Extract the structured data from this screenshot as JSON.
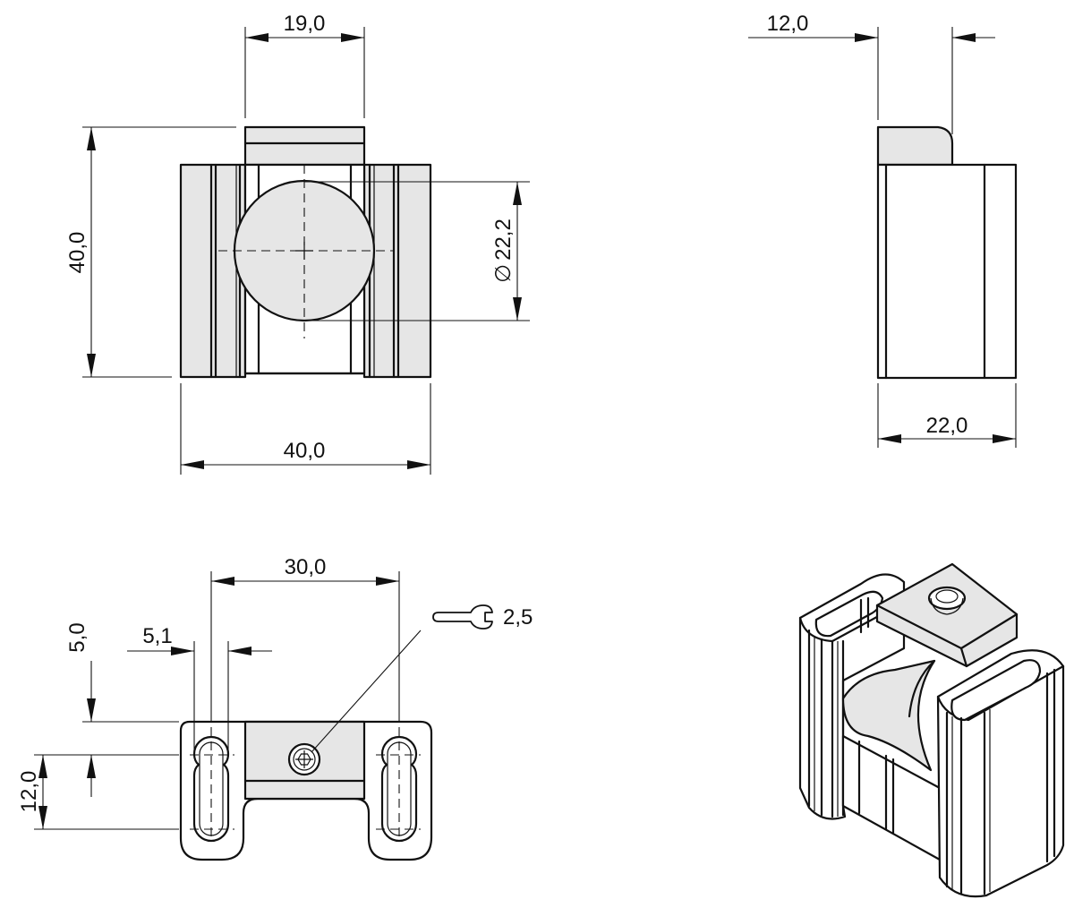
{
  "dimensions": {
    "front_top_width": "19,0",
    "front_height": "40,0",
    "front_diameter": "22,2",
    "diameter_symbol": "∅",
    "front_width": "40,0",
    "side_top_width": "12,0",
    "side_width": "22,0",
    "bottom_spacing": "30,0",
    "bottom_slot_width": "5,1",
    "bottom_offset": "5,0",
    "bottom_depth": "12,0",
    "wrench_size": "2,5"
  },
  "icons": {
    "wrench": "allen-key-icon"
  }
}
